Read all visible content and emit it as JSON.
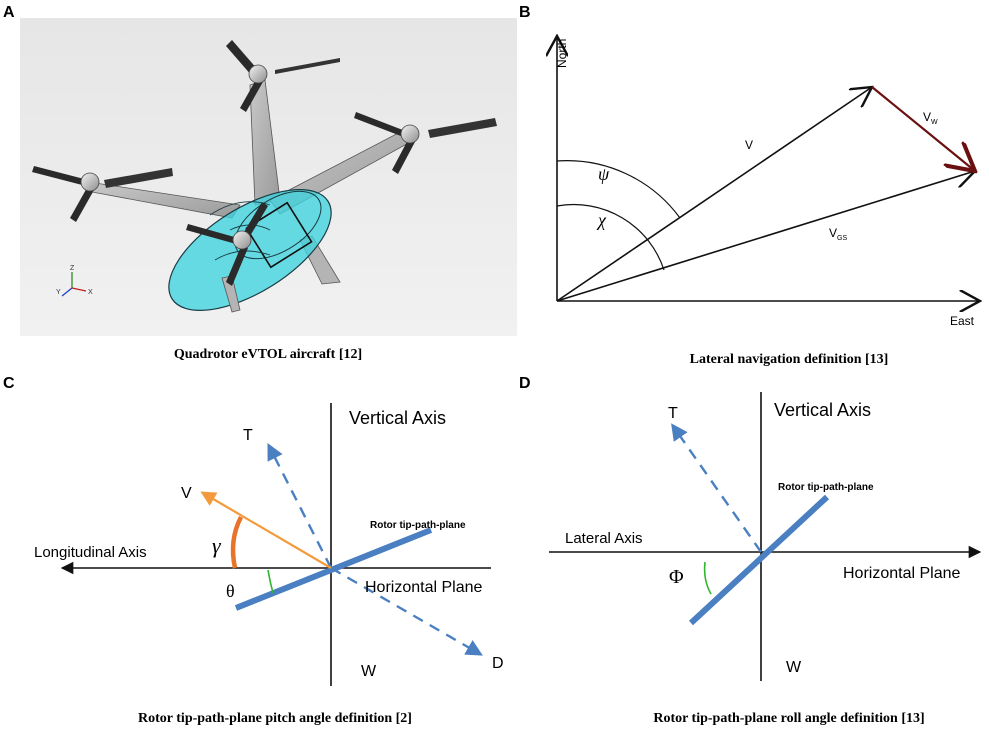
{
  "panel_a": {
    "letter": "A",
    "caption": "Quadrotor eVTOL aircraft [12]",
    "triad": {
      "z": "Z",
      "y": "Y",
      "x": "X"
    }
  },
  "panel_b": {
    "letter": "B",
    "caption": "Lateral navigation definition [13]",
    "north": "North",
    "east": "East",
    "v": "V",
    "vw_main": "V",
    "vw_sub": "W",
    "vgs_main": "V",
    "vgs_sub": "GS",
    "psi": "ψ",
    "chi": "χ"
  },
  "panel_c": {
    "letter": "C",
    "caption": "Rotor tip-path-plane pitch angle definition [2]",
    "vertical_axis": "Vertical Axis",
    "longitudinal_axis": "Longitudinal Axis",
    "horizontal_plane": "Horizontal Plane",
    "rotor_plane": "Rotor tip-path-plane",
    "t": "T",
    "v": "V",
    "w": "W",
    "d": "D",
    "gamma": "γ",
    "theta": "θ"
  },
  "panel_d": {
    "letter": "D",
    "caption": "Rotor tip-path-plane roll angle definition [13]",
    "vertical_axis": "Vertical  Axis",
    "lateral_axis": "Lateral Axis",
    "horizontal_plane": "Horizontal Plane",
    "rotor_plane": "Rotor tip-path-plane",
    "t": "T",
    "w": "W",
    "phi": "Φ"
  },
  "colors": {
    "rotor_blue": "#4a7fc1",
    "velocity_orange": "#f39a3c",
    "gamma_arc": "#e8742a",
    "angle_green": "#2fb52f",
    "wind_arrow": "#6b1010",
    "cabin_cyan": "#3fd4de"
  }
}
